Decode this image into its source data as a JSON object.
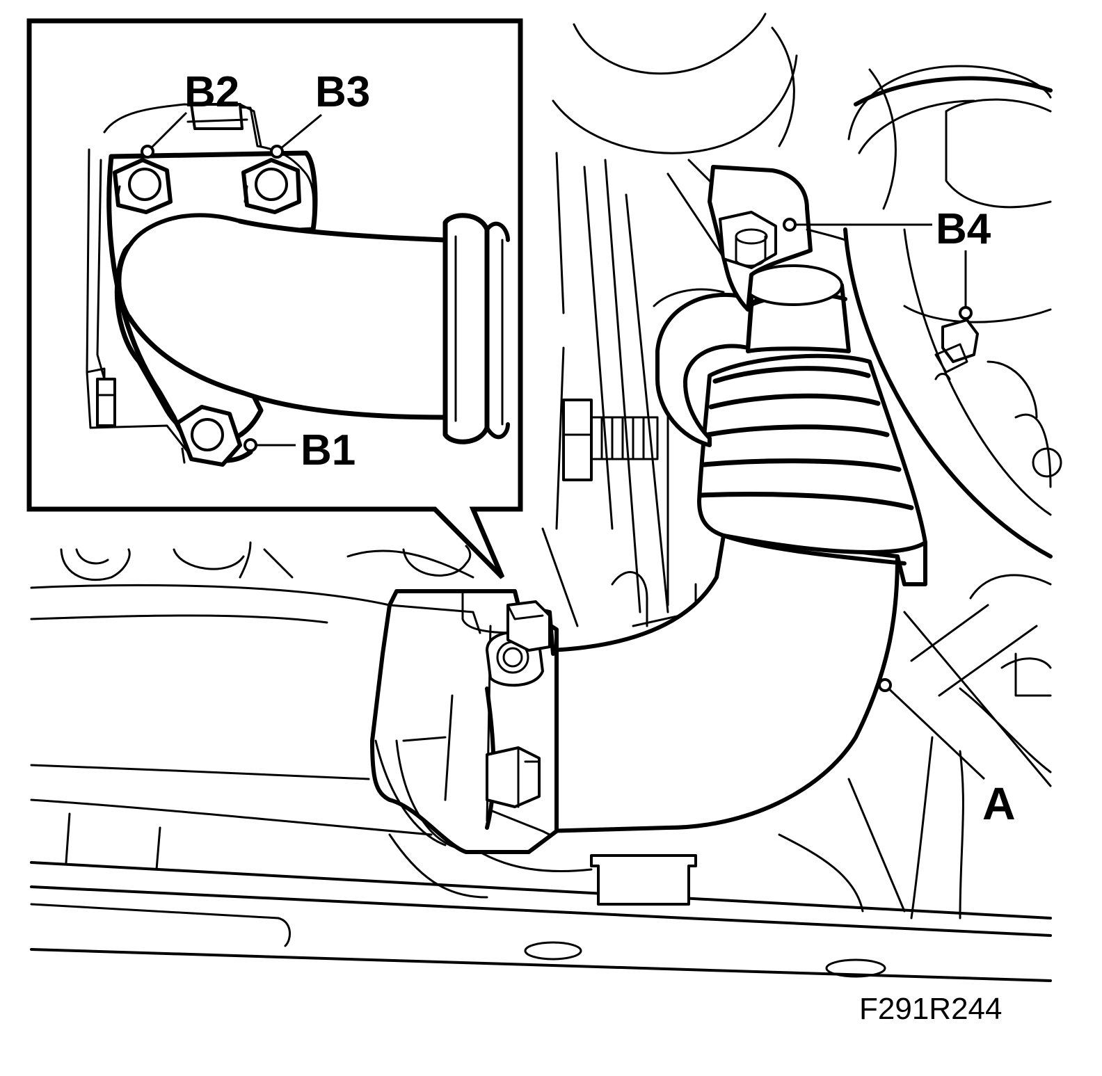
{
  "labels": {
    "B1": "B1",
    "B2": "B2",
    "B3": "B3",
    "B4": "B4",
    "A": "A"
  },
  "figure_id": "F291R244"
}
